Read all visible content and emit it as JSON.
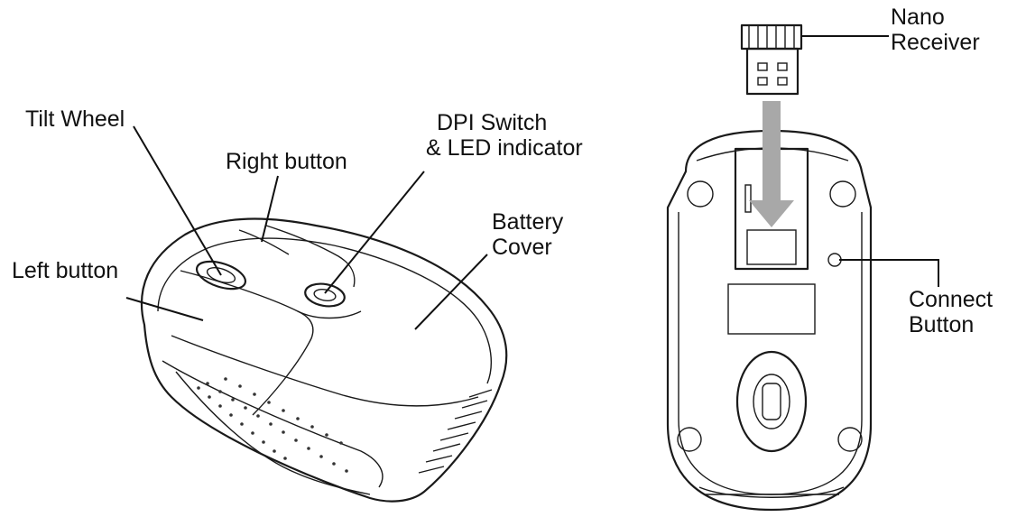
{
  "labels": {
    "tilt_wheel": "Tilt Wheel",
    "right_button": "Right button",
    "left_button": "Left button",
    "dpi_line1": "DPI Switch",
    "dpi_line2": "& LED indicator",
    "battery_line1": "Battery",
    "battery_line2": "Cover",
    "nano_line1": "Nano",
    "nano_line2": "Receiver",
    "connect_line1": "Connect",
    "connect_line2": "Button"
  },
  "icons": {
    "mouse_top": "mouse-top-view-icon",
    "mouse_bottom": "mouse-bottom-view-icon",
    "receiver": "usb-nano-receiver-icon",
    "arrow": "insert-down-arrow-icon"
  },
  "colors": {
    "ink": "#1a1a1a",
    "arrow_gray": "#a8a8a8",
    "background": "#ffffff"
  }
}
